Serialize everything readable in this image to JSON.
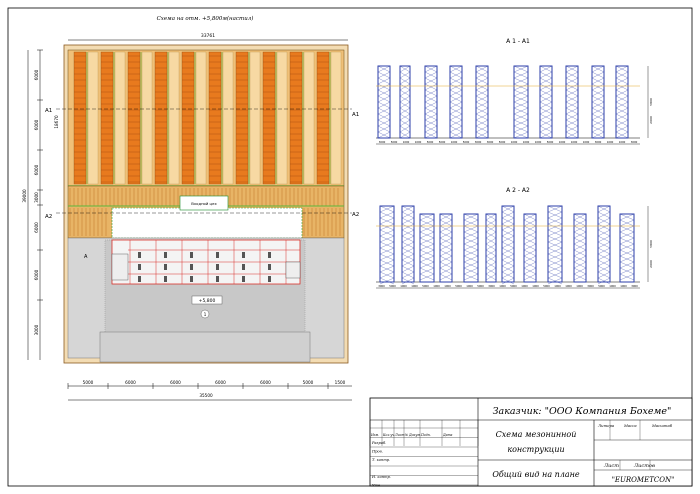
{
  "plan": {
    "title": "Схема на отм. +5,800м(настил)",
    "top_dim": "33761",
    "left_dims": [
      "6000",
      "6000",
      "6000",
      "3000",
      "6000",
      "6000",
      "3000"
    ],
    "left_total": "39000",
    "inner_dim": "18670",
    "bottom_dims": [
      "5000",
      "6000",
      "6000",
      "6000",
      "6000",
      "5000",
      "1500"
    ],
    "bottom_total": "35500",
    "level_mark": "+5,800",
    "circle_label": "1",
    "cut_a1": "A1",
    "cut_a2": "A2",
    "arrow_a": "A",
    "stair_label": "Входной цех"
  },
  "sections": {
    "a1_title": "A 1 - A1",
    "a2_title": "A 2 - A2",
    "a1_dims": [
      "3000",
      "5000",
      "1000",
      "1000",
      "5000",
      "5000",
      "1000",
      "5000",
      "3000",
      "3000",
      "5000",
      "1000",
      "1000",
      "1000",
      "5000",
      "1000",
      "1000",
      "1000",
      "3000",
      "1000",
      "1000",
      "3000"
    ],
    "a2_dims": [
      "3000",
      "5000",
      "1000",
      "1000",
      "5000",
      "1000",
      "1000",
      "5000",
      "1000",
      "5000",
      "3000",
      "1000",
      "5000",
      "1000",
      "1000",
      "5000",
      "1000",
      "1000",
      "1000",
      "3000",
      "5000",
      "1000",
      "1000",
      "3000"
    ],
    "a1_heights": [
      "2000",
      "5800"
    ],
    "a2_heights": [
      "2000",
      "5800"
    ]
  },
  "title_block": {
    "customer": "Заказчик: \"ООО Компания Бохеме\"",
    "drawing_name_1": "Схема мезонинной",
    "drawing_name_2": "конструкции",
    "view_name": "Общий вид на плане",
    "company": "\"EUROMETCON\"",
    "col_headers": [
      "Изм.",
      "Кол.уч.",
      "Лист",
      "№ Докум.",
      "Подп.",
      "Дата"
    ],
    "rows": [
      "Разраб.",
      "Пров.",
      "Т. контр.",
      "",
      "Н. контр.",
      "Утв."
    ],
    "sheet_headers": [
      "Литера",
      "Масса",
      "Масштаб"
    ],
    "sheet_row": [
      "Лист",
      "Листов"
    ]
  },
  "colors": {
    "rack_orange": "#e87a1e",
    "deck_light": "#f0c078",
    "rack_green": "#5bb83c",
    "rack_blue": "#2b3ea8",
    "rack_red": "#d9302a",
    "wood": "#d9a85c"
  }
}
